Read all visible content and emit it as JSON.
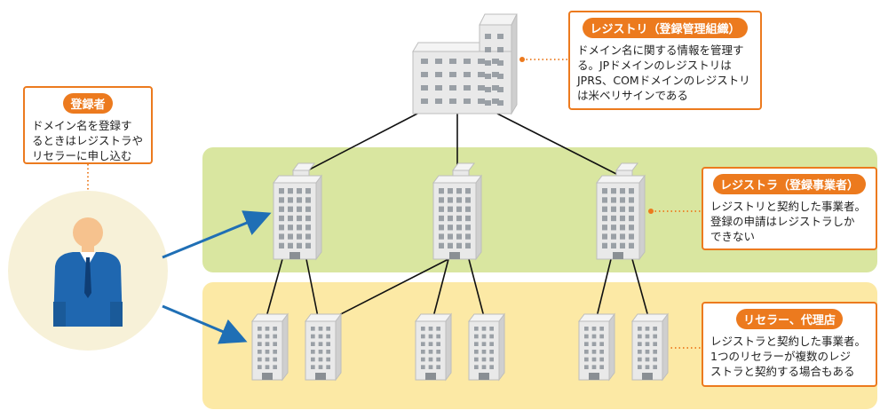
{
  "registrant": {
    "title": "登録者",
    "body": "ドメイン名を登録す\nるときはレジストラや\nリセラーに申し込む"
  },
  "registry": {
    "title": "レジストリ（登録管理組織）",
    "body": "ドメイン名に関する情報を管理す\nる。JPドメインのレジストリは\nJPRS、COMドメインのレジストリ\nは米ベリサインである"
  },
  "registrar": {
    "title": "レジストラ（登録事業者）",
    "body": "レジストリと契約した事業者。\n登録の申請はレジストラしか\nできない"
  },
  "reseller": {
    "title": "リセラー、代理店",
    "body": "レジストラと契約した事業者。\n1つのリセラーが複数のレジ\nストラと契約する場合もある"
  },
  "colors": {
    "accent_orange": "#ec7a1e",
    "registrar_band": "#d9e6a0",
    "reseller_band": "#fce9a5",
    "arrow_blue": "#1f6fb5",
    "building_gray": "#e6e6e6"
  }
}
